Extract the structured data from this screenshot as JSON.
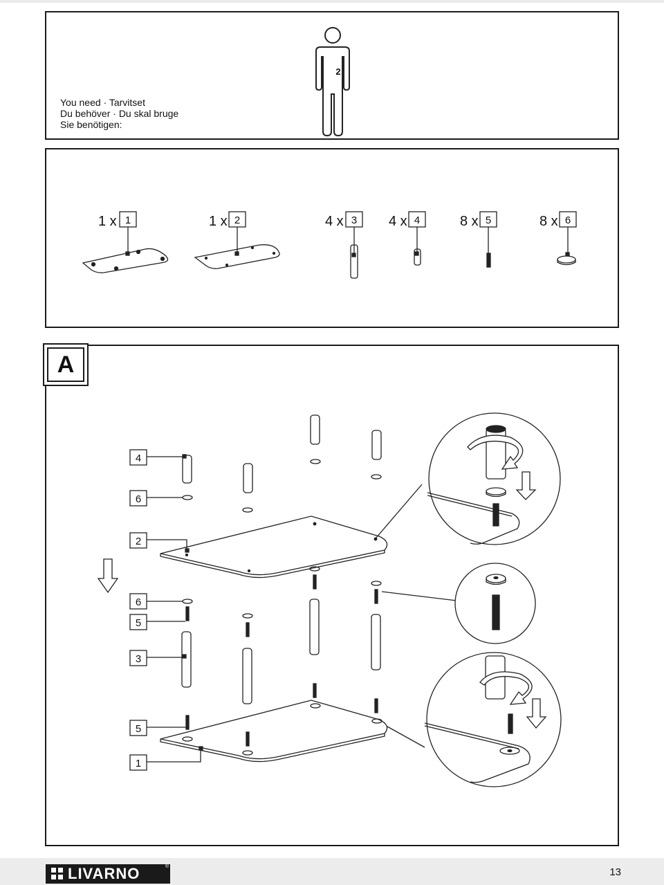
{
  "need_box": {
    "lines": [
      "You need · Tarvitset",
      "Du behöver · Du skal bruge",
      "Sie benötigen:"
    ],
    "persons": "2"
  },
  "parts": [
    {
      "qty": "1 x",
      "num": "1"
    },
    {
      "qty": "1 x",
      "num": "2"
    },
    {
      "qty": "4 x",
      "num": "3"
    },
    {
      "qty": "4 x",
      "num": "4"
    },
    {
      "qty": "8 x",
      "num": "5"
    },
    {
      "qty": "8 x",
      "num": "6"
    }
  ],
  "step": {
    "label": "A",
    "callouts": [
      "4",
      "6",
      "2",
      "6",
      "5",
      "3",
      "5",
      "1"
    ]
  },
  "footer": {
    "brand": "LIVARNO",
    "registered": "®",
    "page_number": "13"
  }
}
